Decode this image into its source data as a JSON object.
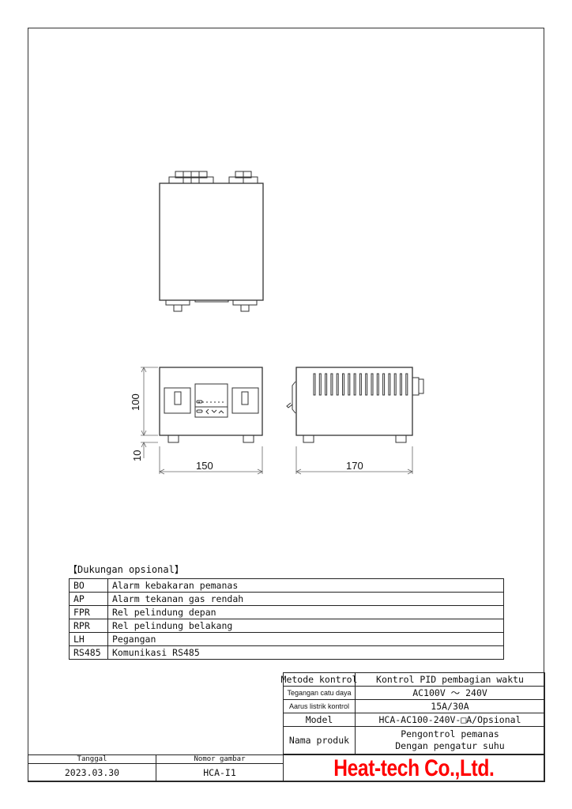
{
  "options": {
    "title": "【Dukungan opsional】",
    "rows": [
      {
        "code": "BO",
        "desc": "Alarm kebakaran pemanas"
      },
      {
        "code": "AP",
        "desc": "Alarm tekanan gas rendah"
      },
      {
        "code": "FPR",
        "desc": "Rel pelindung depan"
      },
      {
        "code": "RPR",
        "desc": "Rel pelindung belakang"
      },
      {
        "code": "LH",
        "desc": "Pegangan"
      },
      {
        "code": "RS485",
        "desc": "Komunikasi RS485"
      }
    ]
  },
  "spec": {
    "control_method_label": "Metode kontrol",
    "control_method": "Kontrol PID pembagian waktu",
    "voltage_label": "Tegangan catu daya",
    "voltage": "AC100V ～  240V",
    "current_label": "Aarus listrik kontrol",
    "current": "15A/30A",
    "model_label": "Model",
    "model": "HCA-AC100-240V-□A/Opsional",
    "product_label": "Nama produk",
    "product_line1": "Pengontrol pemanas",
    "product_line2": "Dengan pengatur suhu"
  },
  "footer": {
    "date_label": "Tanggal",
    "date": "2023.03.30",
    "drawing_no_label": "Nomor gambar",
    "drawing_no": "HCA-I1",
    "company": "Heat-tech Co.,Ltd.",
    "company_color": "#ff0000"
  },
  "dimensions": {
    "height": "100",
    "foot": "10",
    "width": "150",
    "depth": "170"
  }
}
